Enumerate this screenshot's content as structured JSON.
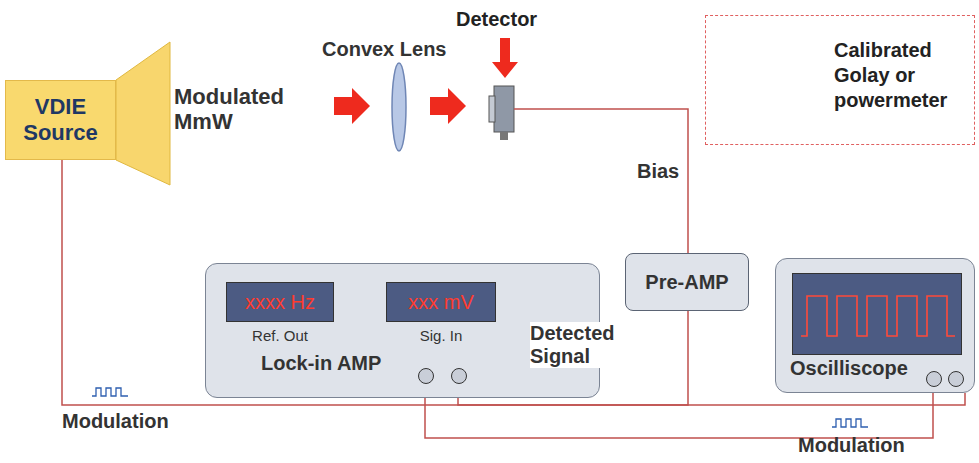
{
  "diagram": {
    "nodes": [
      {
        "text": [
          "VDIE Source"
        ]
      },
      {
        "text": [
          "Lock-in AMP"
        ]
      },
      {
        "text": [
          "xxxx Hz",
          "Ref. Out"
        ],
        "in": 1
      },
      {
        "text": [
          "xxx mV",
          "Sig. In"
        ],
        "in": 1
      },
      {
        "text": [
          "Pre-AMP"
        ]
      },
      {
        "text": [
          "Oscilliscope"
        ]
      },
      {
        "text": [
          "Calibrated Golay or powermeter"
        ]
      }
    ],
    "edges": [
      {
        "from": 0,
        "to": 5,
        "arrow": "none"
      },
      {
        "from": 4,
        "to": 1,
        "arrow": "none",
        "label": "Detected Signal"
      },
      {
        "from": 1,
        "to": 5,
        "arrow": "none"
      }
    ],
    "labels": [
      "Modulated MmW",
      "Convex Lens",
      "Detector",
      "Bias",
      "Modulation",
      "Modulation"
    ]
  }
}
